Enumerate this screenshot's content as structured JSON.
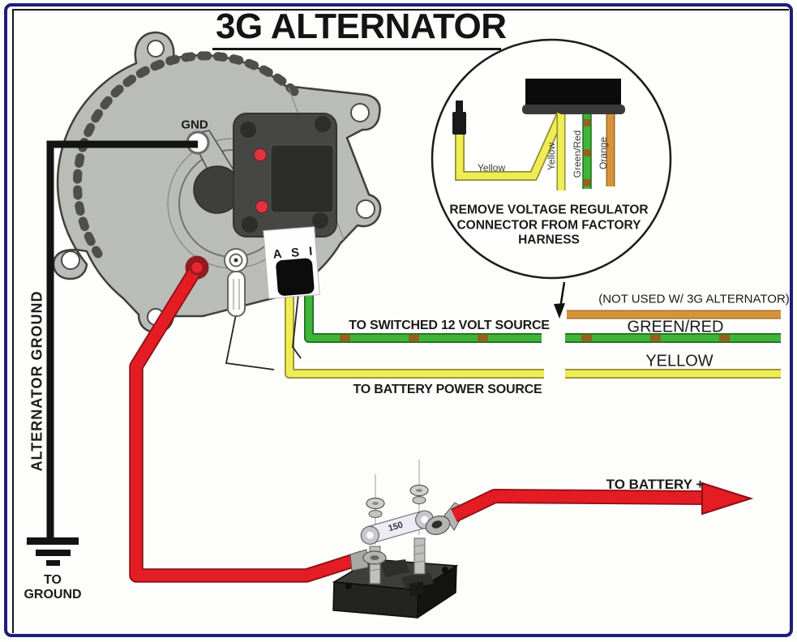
{
  "title": "3G ALTERNATOR",
  "colors": {
    "navy_border": "#201d7a",
    "red_wire": "#e41c24",
    "red_wire_dark": "#8a1114",
    "yellow_wire": "#f0ec55",
    "yellow_wire_dark": "#8f8f2e",
    "green_wire": "#3eb439",
    "green_wire_dark": "#1f6d1f",
    "green_red_stripe": "#a0561c",
    "orange_wire": "#d6943a",
    "orange_wire_dark": "#9a6a1e",
    "black_wire": "#131313",
    "alternator_body": "#babcb8",
    "regulator_dark": "#3d3d3b",
    "red_dot": "#e13440"
  },
  "alternator": {
    "gnd_label": "GND",
    "connector_label": "A S I"
  },
  "inset": {
    "caption_line1": "REMOVE VOLTAGE REGULATOR",
    "caption_line2": "CONNECTOR FROM FACTORY",
    "caption_line3": "HARNESS",
    "wire_labels": {
      "yellow_lead": "Yellow",
      "yellow": "Yellow",
      "green_red": "Green/Red",
      "orange": "Orange"
    }
  },
  "wire_callouts": {
    "switched": "TO SWITCHED 12 VOLT SOURCE",
    "battery_power": "TO BATTERY POWER SOURCE",
    "not_used": "(NOT USED W/ 3G ALTERNATOR)",
    "green_red": "GREEN/RED",
    "yellow": "YELLOW"
  },
  "ground": {
    "vertical_label": "ALTERNATOR GROUND",
    "to_line": "TO",
    "ground_line": "GROUND"
  },
  "battery": {
    "label": "TO BATTERY +"
  },
  "fuse": {
    "rating": "150"
  }
}
